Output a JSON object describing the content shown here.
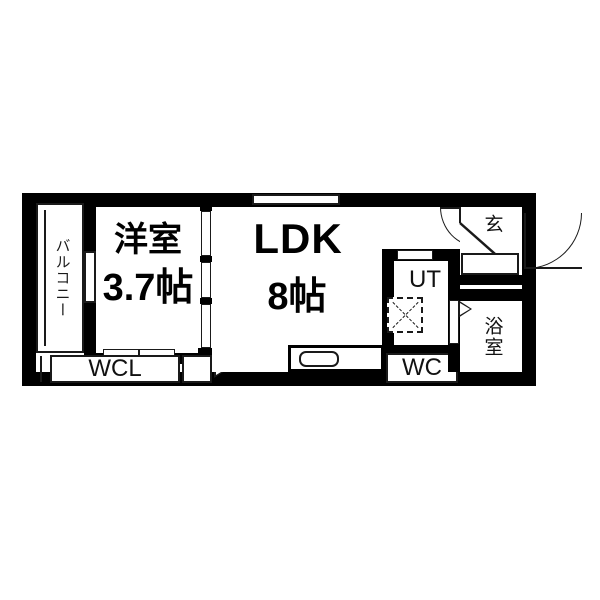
{
  "plan": {
    "type": "japanese-floor-plan",
    "background_color": "#ffffff",
    "wall_color": "#000000",
    "line_color": "#1a1a1a",
    "rooms": [
      {
        "key": "balcony",
        "label": "バルコニー",
        "orientation": "vertical"
      },
      {
        "key": "bedroom",
        "label": "洋室",
        "size": "3.7帖"
      },
      {
        "key": "ldk",
        "label": "LDK",
        "size": "8帖"
      },
      {
        "key": "wcl",
        "label": "WCL"
      },
      {
        "key": "ut",
        "label": "UT"
      },
      {
        "key": "wc",
        "label": "WC"
      },
      {
        "key": "bath",
        "label": "浴室",
        "orientation": "vertical"
      },
      {
        "key": "entrance",
        "label": "玄",
        "orientation": "vertical"
      }
    ],
    "fixtures": [
      {
        "key": "washing-machine-pan",
        "symbol": "dashed-square-x"
      },
      {
        "key": "kitchen-sink",
        "symbol": "rounded-rectangle"
      },
      {
        "key": "entrance-door",
        "symbol": "swing-arc"
      },
      {
        "key": "hall-door",
        "symbol": "swing-arc"
      },
      {
        "key": "bath-door",
        "symbol": "slide-triangle"
      },
      {
        "key": "wcl-door",
        "symbol": "slide-triangle"
      },
      {
        "key": "balcony-window",
        "symbol": "sliding-glass"
      },
      {
        "key": "ldk-window",
        "symbol": "window-opening"
      }
    ]
  }
}
